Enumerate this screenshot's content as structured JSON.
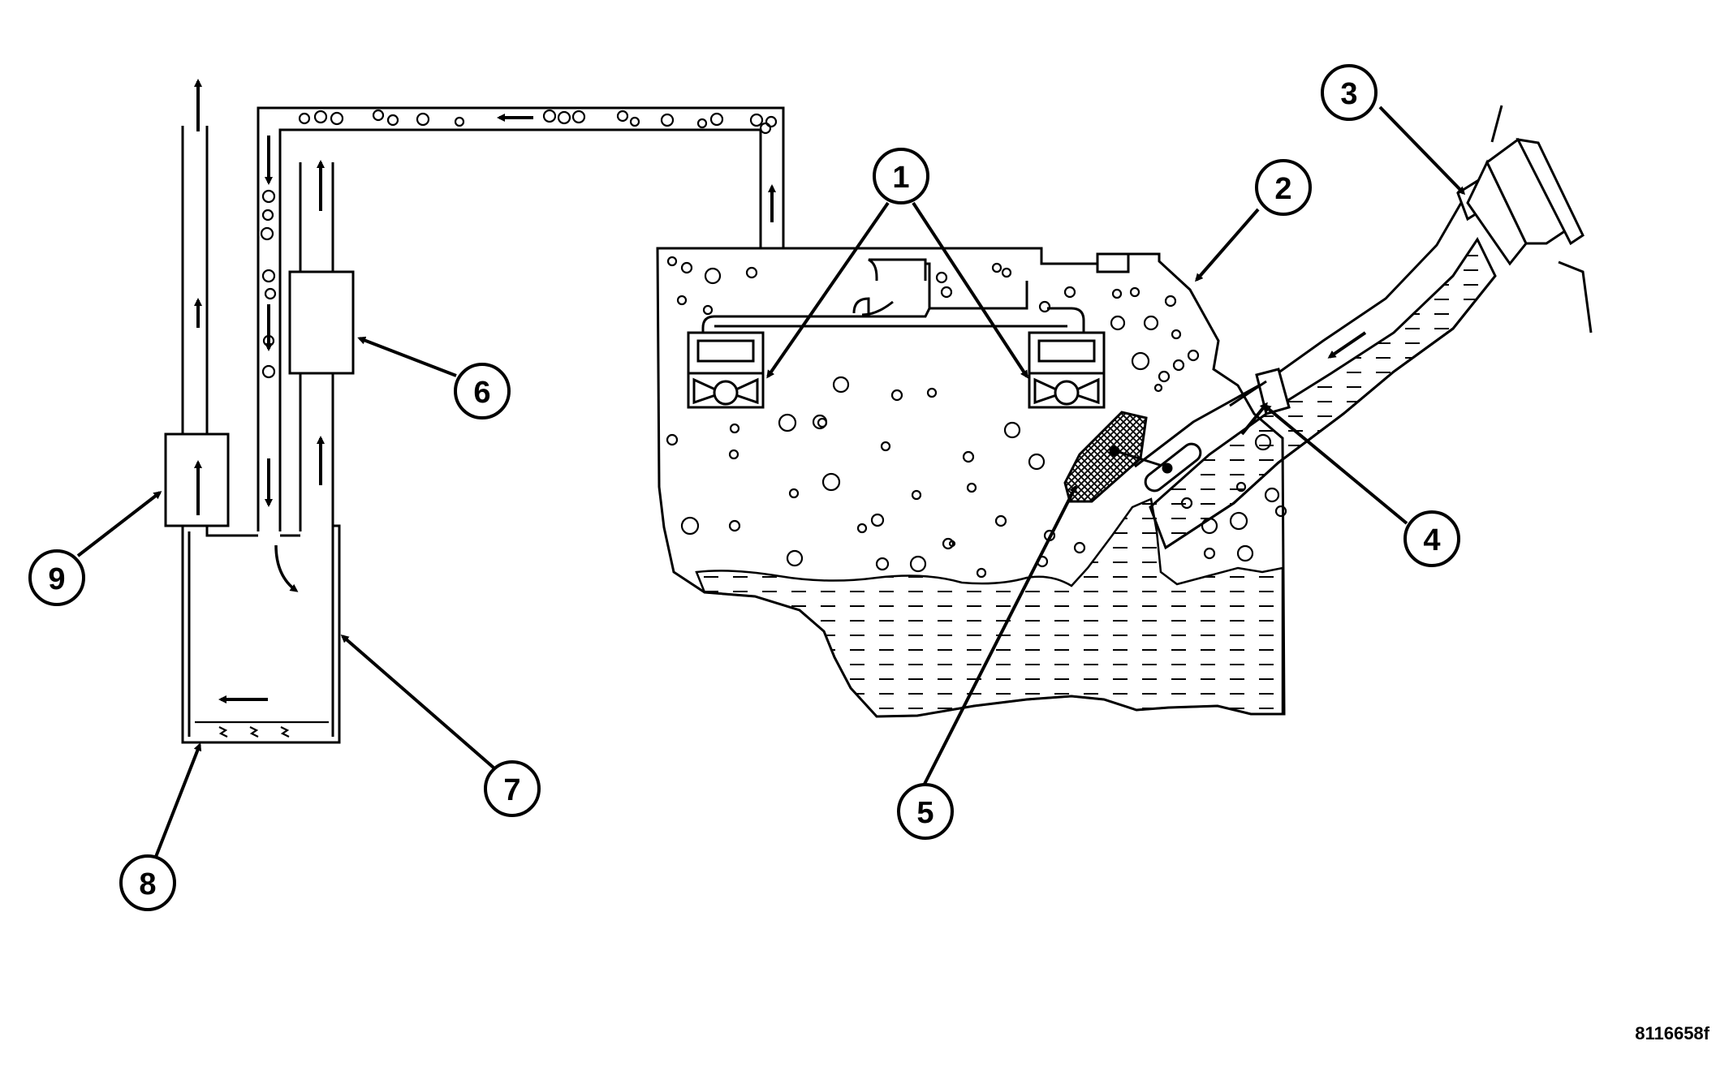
{
  "figure_code": "8116658f",
  "callouts": [
    {
      "id": "callout-1",
      "label": "1"
    },
    {
      "id": "callout-2",
      "label": "2"
    },
    {
      "id": "callout-3",
      "label": "3"
    },
    {
      "id": "callout-4",
      "label": "4"
    },
    {
      "id": "callout-5",
      "label": "5"
    },
    {
      "id": "callout-6",
      "label": "6"
    },
    {
      "id": "callout-7",
      "label": "7"
    },
    {
      "id": "callout-8",
      "label": "8"
    },
    {
      "id": "callout-9",
      "label": "9"
    }
  ],
  "colors": {
    "line": "#000000",
    "background": "#ffffff",
    "mesh": "#444444"
  }
}
